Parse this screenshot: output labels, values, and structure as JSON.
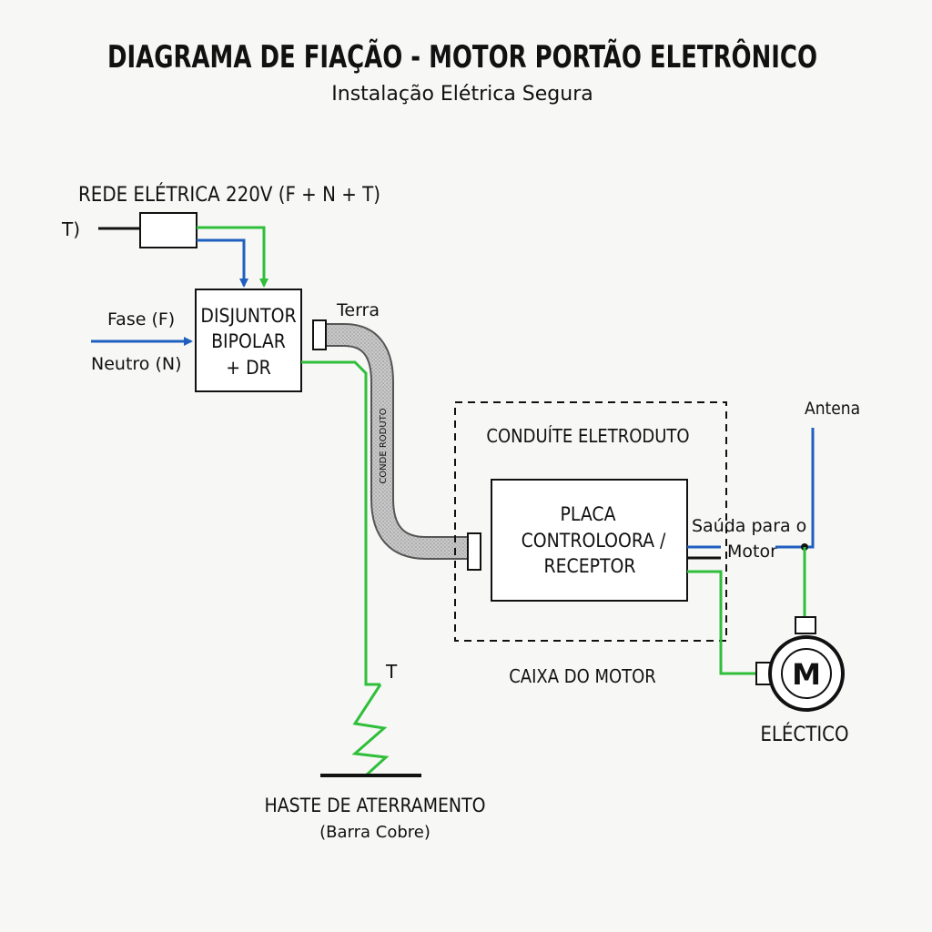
{
  "title": "DIAGRAMA DE FIAÇÃO - MOTOR PORTÃO ELETRÔNICO",
  "subtitle": "Instalação Elétrica Segura",
  "supply": {
    "label": "REDE ELÉTRICA 220V (F + N + T)",
    "t_label": "T)"
  },
  "inputs": {
    "fase": "Fase (F)",
    "neutro": "Neutro (N)"
  },
  "breaker": {
    "line1": "DISJUNTOR",
    "line2": "BIPOLAR",
    "line3": "+ DR"
  },
  "terra_label": "Terra",
  "conduit_text": "CONDE RODUTO",
  "enclosure": {
    "top_label": "CONDUÍTE ELETRODUTO",
    "bottom_label": "CAIXA DO MOTOR"
  },
  "board": {
    "line1": "PLACA",
    "line2": "CONTROLOORA /",
    "line3": "RECEPTOR"
  },
  "output": {
    "line1": "Saúda para o",
    "line2": "Motor"
  },
  "antenna_label": "Antena",
  "motor": {
    "symbol": "M",
    "label": "ELÉCTICO"
  },
  "ground": {
    "t_label": "T",
    "line1": "HASTE DE ATERRAMENTO",
    "line2": "(Barra Cobre)"
  },
  "colors": {
    "phase": "#1f5fbf",
    "ground": "#2fbf3a",
    "line": "#111111",
    "conduit": "#9a9a9a"
  }
}
